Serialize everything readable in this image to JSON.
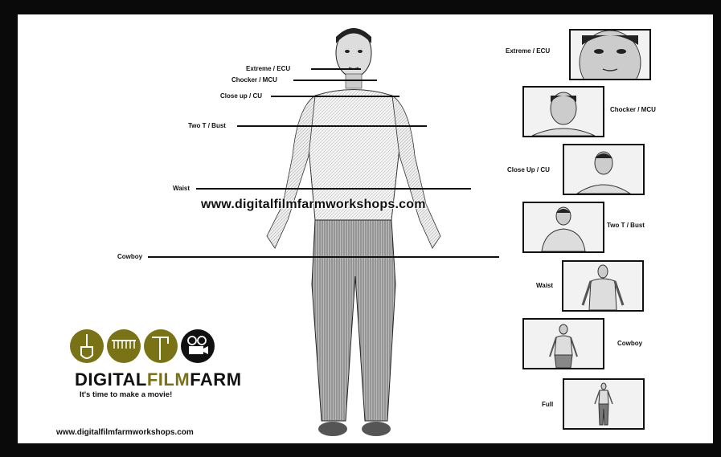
{
  "watermark": "www.digitalfilmfarmworkshops.com",
  "shots": [
    {
      "label": "Extreme / ECU"
    },
    {
      "label": "Chocker / MCU"
    },
    {
      "label": "Close up / CU"
    },
    {
      "label": "Two T / Bust"
    },
    {
      "label": "Waist"
    },
    {
      "label": "Cowboy"
    }
  ],
  "thumbnails": [
    {
      "label": "Extreme / ECU"
    },
    {
      "label": "Chocker / MCU"
    },
    {
      "label": "Close Up / CU"
    },
    {
      "label": "Two T / Bust"
    },
    {
      "label": "Waist"
    },
    {
      "label": "Cowboy"
    },
    {
      "label": "Full"
    }
  ],
  "logo": {
    "title_part1": "DIGITAL",
    "title_part2": "FILM",
    "title_part3": "FARM",
    "tagline": "It's time to make a movie!"
  },
  "footer_url": "www.digitalfilmfarmworkshops.com",
  "colors": {
    "olive": "#7a7315",
    "frame": "#0a0a0a"
  },
  "icons": [
    "shovel-icon",
    "rake-icon",
    "hoe-icon",
    "camera-icon"
  ]
}
